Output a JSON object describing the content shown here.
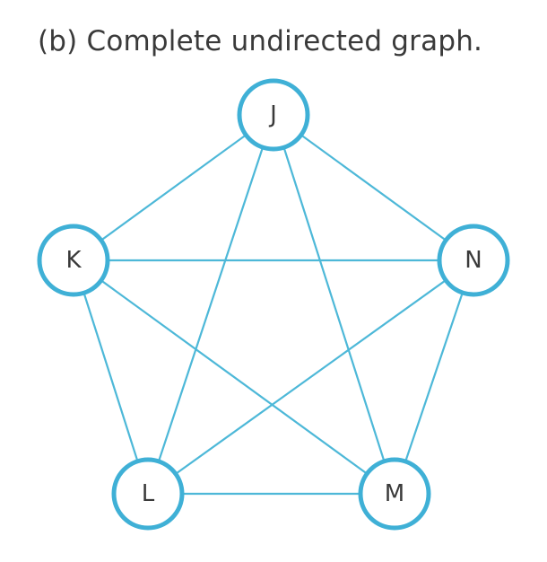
{
  "caption": "(b) Complete undirected graph.",
  "colors": {
    "edge": "#4db8d8",
    "node_stroke": "#3fb0d6",
    "node_fill": "#ffffff",
    "text": "#3a3a3a"
  },
  "graph": {
    "directed": false,
    "nodes": [
      {
        "id": "J",
        "label": "J"
      },
      {
        "id": "K",
        "label": "K"
      },
      {
        "id": "N",
        "label": "N"
      },
      {
        "id": "L",
        "label": "L"
      },
      {
        "id": "M",
        "label": "M"
      }
    ],
    "edges": [
      [
        "J",
        "K"
      ],
      [
        "J",
        "N"
      ],
      [
        "J",
        "L"
      ],
      [
        "J",
        "M"
      ],
      [
        "K",
        "N"
      ],
      [
        "K",
        "L"
      ],
      [
        "K",
        "M"
      ],
      [
        "N",
        "L"
      ],
      [
        "N",
        "M"
      ],
      [
        "L",
        "M"
      ]
    ]
  }
}
